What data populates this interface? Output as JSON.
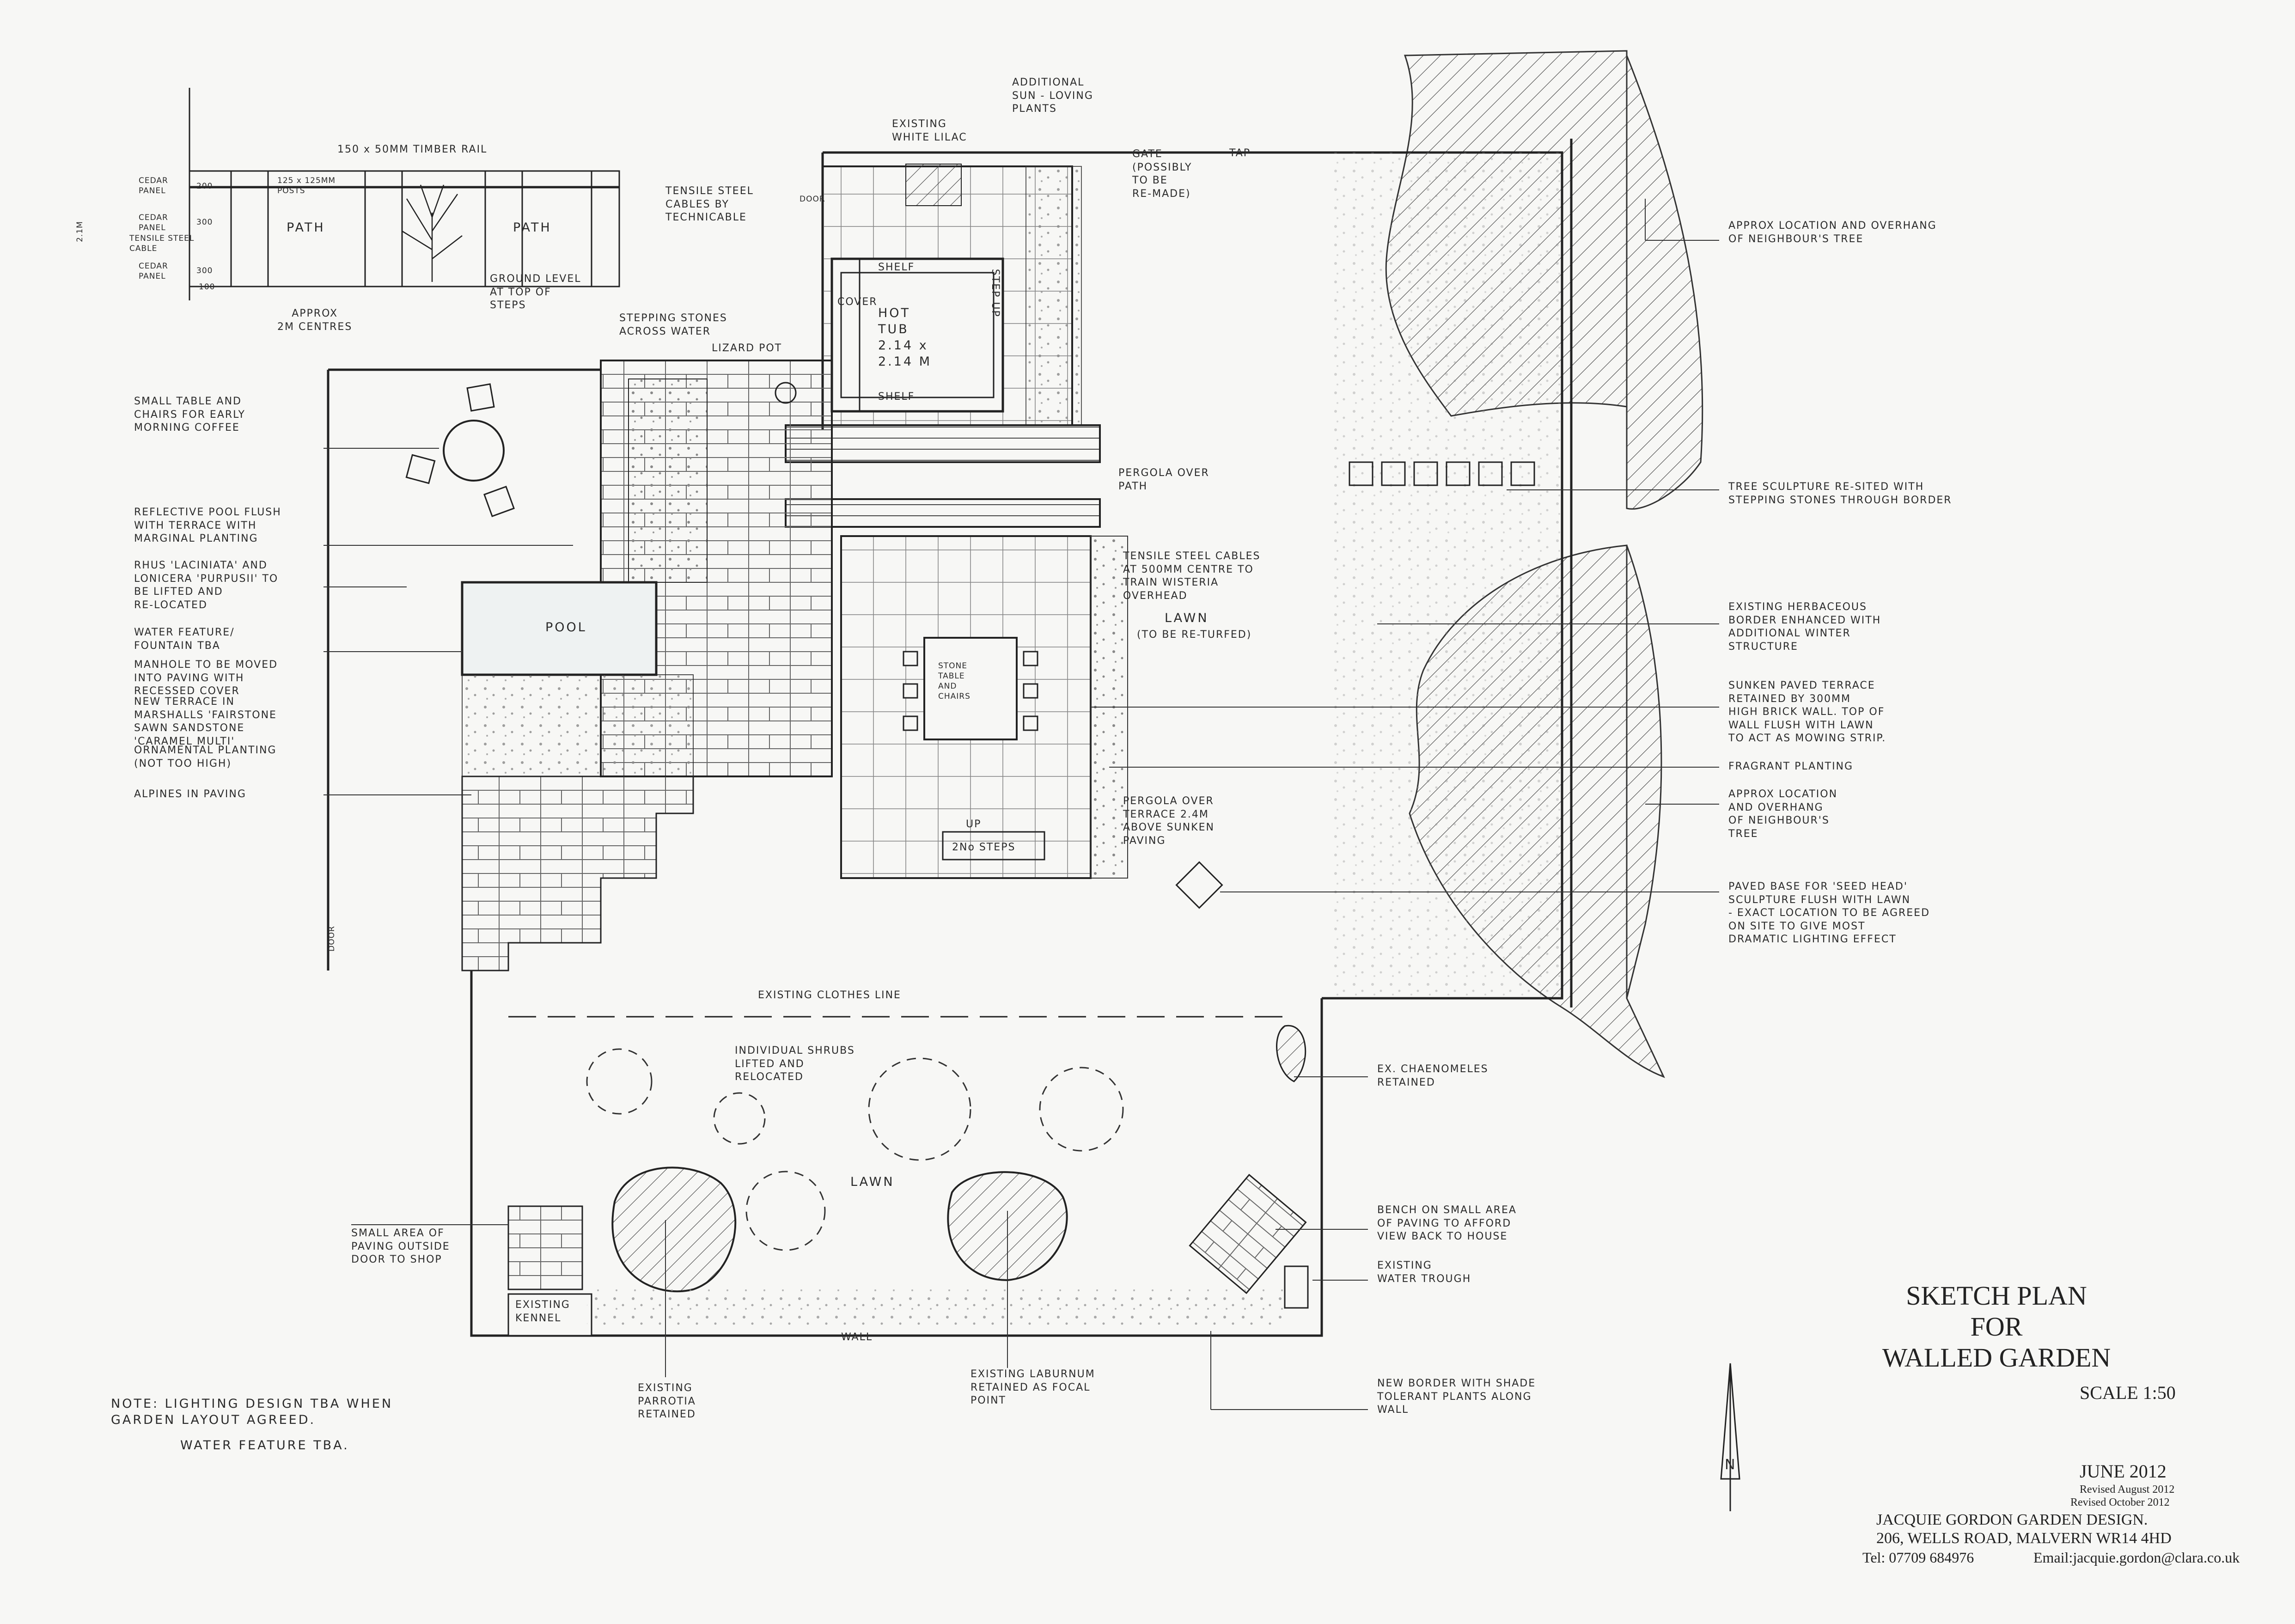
{
  "title": {
    "line1": "SKETCH PLAN",
    "line2": "FOR",
    "line3": "WALLED GARDEN",
    "scale": "SCALE 1:50"
  },
  "dates": {
    "main": "JUNE 2012",
    "rev1": "Revised August 2012",
    "rev2": "Revised October 2012"
  },
  "designer": {
    "name": "JACQUIE GORDON GARDEN DESIGN.",
    "address": "206, WELLS ROAD, MALVERN WR14 4HD",
    "tel": "Tel:  07709 684976",
    "email": "Email:jacquie.gordon@clara.co.uk"
  },
  "north": "N",
  "notes": {
    "line1": "NOTE:  LIGHTING DESIGN TBA WHEN\n         GARDEN LAYOUT AGREED.",
    "line2": "WATER FEATURE TBA."
  },
  "detail": {
    "rail": "150 x 50MM TIMBER RAIL",
    "cedar1": "CEDAR\nPANEL",
    "cedar1_dim": "200",
    "cedar2": "CEDAR\nPANEL",
    "cedar2_dim": "300",
    "cable": "TENSILE STEEL\nCABLE",
    "cedar3": "CEDAR\nPANEL",
    "cedar3_dim": "300",
    "bottom_dim": "100",
    "height": "2.1M",
    "posts": "125 x 125MM\nPOSTS",
    "path1": "PATH",
    "path2": "PATH",
    "tensile": "TENSILE STEEL\nCABLES BY\nTECHNICABLE",
    "ground": "GROUND LEVEL\nAT TOP OF\nSTEPS",
    "spacing": "APPROX\n2M CENTRES"
  },
  "plan": {
    "lilac": "EXISTING\nWHITE LILAC",
    "sun": "ADDITIONAL\nSUN - LOVING\nPLANTS",
    "gate": "GATE\n(POSSIBLY\nTO BE\nRE-MADE)",
    "tap": "TAP",
    "door": "DOOR",
    "shelf_top": "SHELF",
    "shelf_bottom": "SHELF",
    "cover": "COVER",
    "step_up": "STEP UP",
    "hot_tub": "HOT\nTUB\n2.14 x\n2.14 M",
    "stepping": "STEPPING STONES\nACROSS WATER",
    "lizard": "LIZARD POT",
    "pool": "POOL",
    "pergola_path": "PERGOLA OVER\nPATH",
    "tensile_cables": "TENSILE STEEL CABLES\nAT 500MM CENTRE TO\nTRAIN WISTERIA\nOVERHEAD",
    "lawn_top": "LAWN",
    "returf": "(TO BE RE-TURFED)",
    "stone_table": "STONE\nTABLE\nAND\nCHAIRS",
    "pergola_terrace": "PERGOLA OVER\nTERRACE 2.4M\nABOVE SUNKEN\nPAVING",
    "steps": "2No STEPS",
    "up": "UP",
    "door2": "DOOR",
    "clothes": "EXISTING CLOTHES LINE",
    "shrubs": "INDIVIDUAL SHRUBS\nLIFTED AND\nRELOCATED",
    "lawn_bottom": "LAWN",
    "kennel": "EXISTING\nKENNEL",
    "wall": "WALL",
    "parrotia": "EXISTING\nPARROTIA\nRETAINED",
    "laburnum": "EXISTING LABURNUM\nRETAINED AS FOCAL\nPOINT"
  },
  "left_labels": {
    "table": "SMALL TABLE AND\nCHAIRS FOR EARLY\nMORNING COFFEE",
    "reflective": "REFLECTIVE POOL FLUSH\nWITH TERRACE WITH\nMARGINAL PLANTING",
    "rhus": "RHUS 'LACINIATA' AND\nLONICERA 'PURPUSII' TO\nBE LIFTED AND\nRE-LOCATED",
    "water": "WATER FEATURE/\nFOUNTAIN TBA",
    "manhole": "MANHOLE TO BE MOVED\nINTO PAVING WITH\nRECESSED COVER",
    "terrace": "NEW TERRACE IN\nMARSHALLS 'FAIRSTONE\nSAWN SANDSTONE\n'CARAMEL MULTI'",
    "ornamental": "ORNAMENTAL PLANTING\n(NOT TOO HIGH)",
    "alpines": "ALPINES IN PAVING",
    "shop": "SMALL AREA OF\nPAVING OUTSIDE\nDOOR TO SHOP"
  },
  "right_labels": {
    "tree1": "APPROX LOCATION AND OVERHANG\nOF NEIGHBOUR'S TREE",
    "sculpture": "TREE SCULPTURE RE-SITED WITH\nSTEPPING STONES THROUGH BORDER",
    "herbaceous": "EXISTING HERBACEOUS\nBORDER ENHANCED WITH\nADDITIONAL WINTER\nSTRUCTURE",
    "sunken": "SUNKEN PAVED TERRACE\nRETAINED BY 300MM\nHIGH BRICK WALL. TOP OF\nWALL FLUSH WITH LAWN\nTO ACT AS MOWING STRIP.",
    "fragrant": "FRAGRANT PLANTING",
    "tree2": "APPROX LOCATION\nAND OVERHANG\nOF NEIGHBOUR'S\nTREE",
    "seed": "PAVED BASE FOR 'SEED HEAD'\nSCULPTURE FLUSH WITH LAWN\n- EXACT LOCATION TO BE AGREED\nON SITE TO GIVE MOST\nDRAMATIC LIGHTING EFFECT",
    "chaenomeles": "EX. CHAENOMELES\nRETAINED",
    "bench": "BENCH ON SMALL AREA\nOF PAVING TO AFFORD\nVIEW BACK TO HOUSE",
    "trough": "EXISTING\nWATER TROUGH",
    "border": "NEW BORDER WITH SHADE\nTOLERANT PLANTS ALONG\nWALL"
  }
}
